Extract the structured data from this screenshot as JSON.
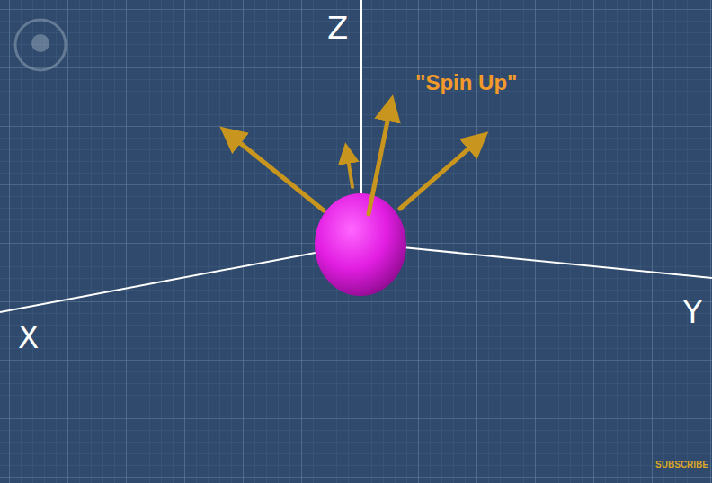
{
  "diagram": {
    "labels": [
      "Z",
      "X",
      "Y",
      "\"Spin Up\"",
      "SUBSCRIBE"
    ]
  }
}
